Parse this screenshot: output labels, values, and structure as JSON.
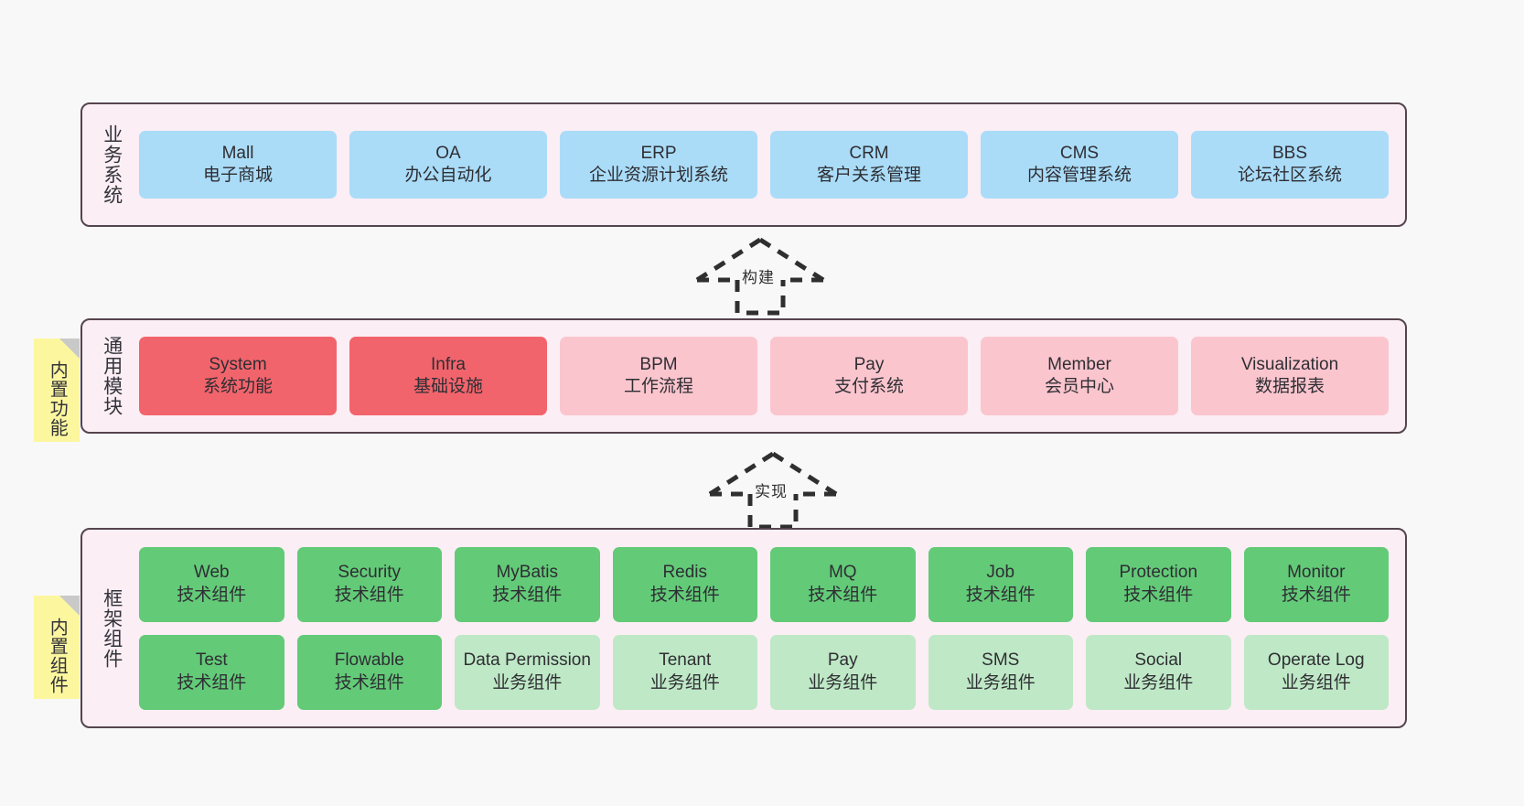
{
  "diagram": {
    "background_color": "#f8f8f8",
    "panel_fill": "#fbeef5",
    "panel_border": "#55454e",
    "note_fill": "#fcf79f"
  },
  "layers": [
    {
      "id": "business",
      "title": "业务系统",
      "accent": "#aadcf8",
      "rows": [
        {
          "cells": [
            {
              "en": "Mall",
              "cn": "电子商城",
              "color": "#aadcf8"
            },
            {
              "en": "OA",
              "cn": "办公自动化",
              "color": "#aadcf8"
            },
            {
              "en": "ERP",
              "cn": "企业资源计划系统",
              "color": "#aadcf8"
            },
            {
              "en": "CRM",
              "cn": "客户关系管理",
              "color": "#aadcf8"
            },
            {
              "en": "CMS",
              "cn": "内容管理系统",
              "color": "#aadcf8"
            },
            {
              "en": "BBS",
              "cn": "论坛社区系统",
              "color": "#aadcf8"
            }
          ]
        }
      ]
    },
    {
      "id": "common",
      "title": "通用模块",
      "accent": "#f2646c",
      "note": "内置功能",
      "rows": [
        {
          "cells": [
            {
              "en": "System",
              "cn": "系统功能",
              "color": "#f2646c"
            },
            {
              "en": "Infra",
              "cn": "基础设施",
              "color": "#f2646c"
            },
            {
              "en": "BPM",
              "cn": "工作流程",
              "color": "#fbc5ce"
            },
            {
              "en": "Pay",
              "cn": "支付系统",
              "color": "#fbc5ce"
            },
            {
              "en": "Member",
              "cn": "会员中心",
              "color": "#fbc5ce"
            },
            {
              "en": "Visualization",
              "cn": "数据报表",
              "color": "#fbc5ce"
            }
          ]
        }
      ]
    },
    {
      "id": "framework",
      "title": "框架组件",
      "accent": "#63ca78",
      "note": "内置组件",
      "rows": [
        {
          "cells": [
            {
              "en": "Web",
              "cn": "技术组件",
              "color": "#63ca78"
            },
            {
              "en": "Security",
              "cn": "技术组件",
              "color": "#63ca78"
            },
            {
              "en": "MyBatis",
              "cn": "技术组件",
              "color": "#63ca78"
            },
            {
              "en": "Redis",
              "cn": "技术组件",
              "color": "#63ca78"
            },
            {
              "en": "MQ",
              "cn": "技术组件",
              "color": "#63ca78"
            },
            {
              "en": "Job",
              "cn": "技术组件",
              "color": "#63ca78"
            },
            {
              "en": "Protection",
              "cn": "技术组件",
              "color": "#63ca78"
            },
            {
              "en": "Monitor",
              "cn": "技术组件",
              "color": "#63ca78"
            }
          ]
        },
        {
          "cells": [
            {
              "en": "Test",
              "cn": "技术组件",
              "color": "#63ca78"
            },
            {
              "en": "Flowable",
              "cn": "技术组件",
              "color": "#63ca78"
            },
            {
              "en": "Data Permission",
              "cn": "业务组件",
              "color": "#bfe8c6"
            },
            {
              "en": "Tenant",
              "cn": "业务组件",
              "color": "#bfe8c6"
            },
            {
              "en": "Pay",
              "cn": "业务组件",
              "color": "#bfe8c6"
            },
            {
              "en": "SMS",
              "cn": "业务组件",
              "color": "#bfe8c6"
            },
            {
              "en": "Social",
              "cn": "业务组件",
              "color": "#bfe8c6"
            },
            {
              "en": "Operate Log",
              "cn": "业务组件",
              "color": "#bfe8c6"
            }
          ]
        }
      ]
    }
  ],
  "connectors": [
    {
      "id": "build",
      "label": "构建",
      "style": "dashed-generalization"
    },
    {
      "id": "implement",
      "label": "实现",
      "style": "dashed-generalization"
    }
  ]
}
